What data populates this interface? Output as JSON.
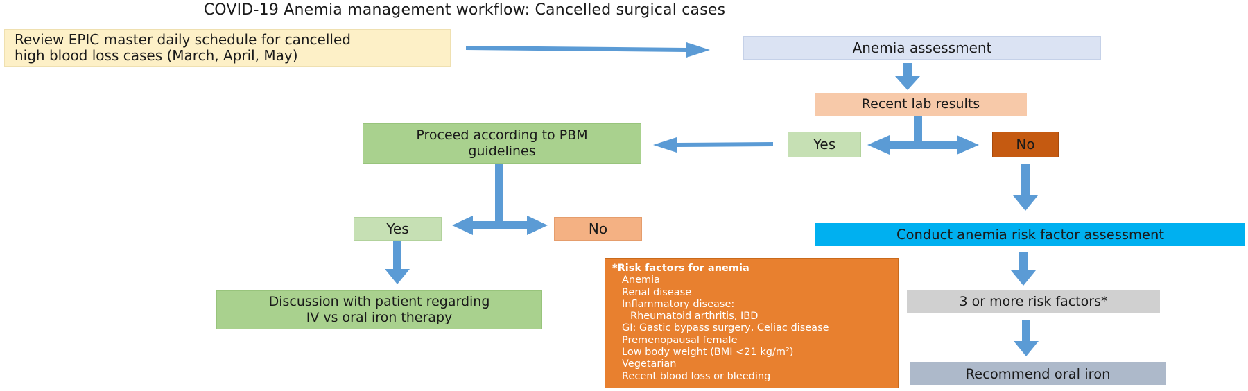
{
  "title": "COVID-19 Anemia management workflow: Cancelled surgical cases",
  "colors": {
    "arrow": "#5b9bd5",
    "review_box": "#fdf0c7",
    "assessment_box": "#dbe3f3",
    "lab_box": "#f7c9a9",
    "green_box": "#a9d18e",
    "light_green_box": "#c6e0b4",
    "no_dark_box": "#c55a11",
    "no_light_box": "#f4b183",
    "cyan_box": "#00b0f0",
    "grey_box": "#d0d0d0",
    "slate_box": "#adb9ca",
    "risk_box": "#e8802f"
  },
  "nodes": {
    "review": [
      "Review EPIC master daily schedule for cancelled",
      "high blood loss cases (March, April, May)"
    ],
    "assessment": "Anemia assessment",
    "lab": "Recent lab results",
    "yes_right": "Yes",
    "no_right": "No",
    "proceed": [
      "Proceed according to PBM",
      "guidelines"
    ],
    "yes_left": "Yes",
    "no_left": "No",
    "discussion": [
      "Discussion with patient regarding",
      "IV vs oral iron therapy"
    ],
    "conduct": "Conduct anemia risk factor assessment",
    "three_risk": "3 or more risk factors*",
    "recommend": "Recommend oral iron"
  },
  "risk_factors": {
    "heading": "*Risk factors for anemia",
    "items": [
      "Anemia",
      "Renal disease",
      "Inflammatory disease:",
      "Rheumatoid arthritis, IBD",
      "GI: Gastic bypass surgery, Celiac disease",
      "Premenopausal female",
      "Low body weight (BMI <21 kg/m²)",
      "Vegetarian",
      "Recent blood loss or bleeding"
    ]
  }
}
